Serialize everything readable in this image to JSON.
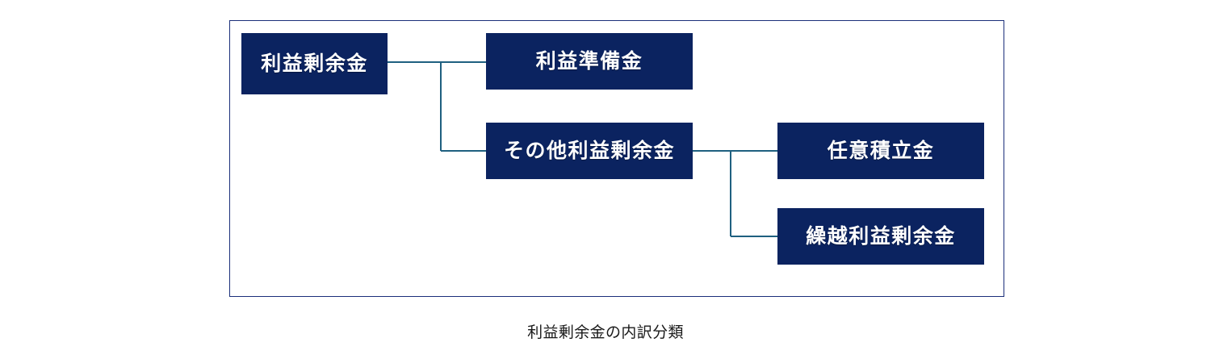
{
  "figure": {
    "caption": "利益剰余金の内訳分類",
    "frame": {
      "border_color": "#1b2f7a"
    },
    "colors": {
      "node_fill": "#0b2360",
      "node_text": "#ffffff",
      "connector": "#1f6080",
      "caption_text": "#1a1a1a",
      "background": "#ffffff"
    },
    "nodes": {
      "root": {
        "label": "利益剰余金"
      },
      "legal_reserve": {
        "label": "利益準備金"
      },
      "other_retained": {
        "label": "その他利益剰余金"
      },
      "voluntary_reserve": {
        "label": "任意積立金"
      },
      "carried_forward": {
        "label": "繰越利益剰余金"
      }
    },
    "hierarchy": {
      "parent": "利益剰余金",
      "children": [
        {
          "label": "利益準備金",
          "children": []
        },
        {
          "label": "その他利益剰余金",
          "children": [
            {
              "label": "任意積立金"
            },
            {
              "label": "繰越利益剰余金"
            }
          ]
        }
      ]
    }
  }
}
